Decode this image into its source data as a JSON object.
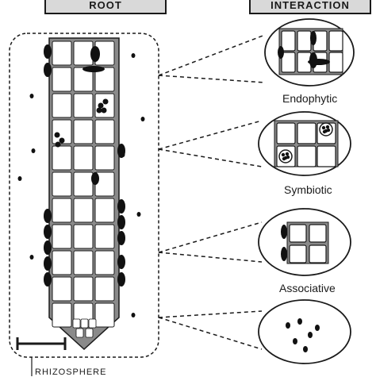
{
  "headers": {
    "root": "ROOT",
    "interaction": "INTERACTION"
  },
  "interactions": [
    {
      "label": "Endophytic"
    },
    {
      "label": "Symbiotic"
    },
    {
      "label": "Associative"
    },
    {
      "label": ""
    }
  ],
  "scale_label": "RHIZOSPHERE",
  "colors": {
    "cell_border": "#1a1a1a",
    "cell_wall_gray": "#8a8a8a",
    "cell_fill": "#ffffff",
    "header_fill": "#d9d9d9",
    "bacteria": "#111111"
  }
}
